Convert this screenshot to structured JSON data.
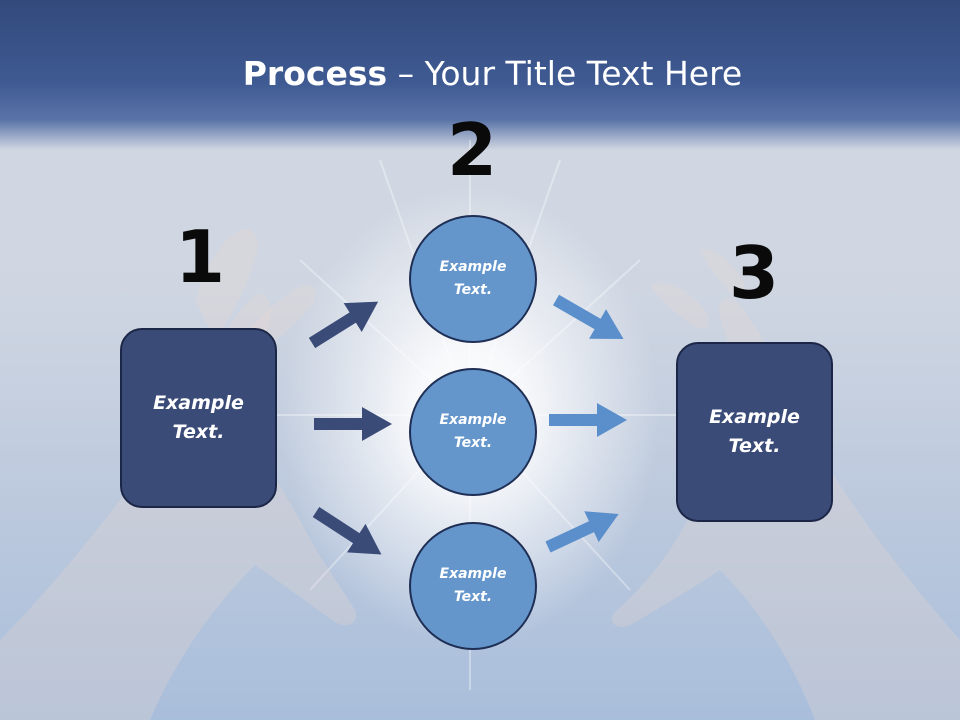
{
  "slide": {
    "title_bold": "Process",
    "title_rest": " – Your Title Text Here"
  },
  "steps": {
    "one": {
      "number": "1",
      "line1": "Example",
      "line2": "Text."
    },
    "two": {
      "number": "2",
      "circles": [
        {
          "line1": "Example",
          "line2": "Text."
        },
        {
          "line1": "Example",
          "line2": "Text."
        },
        {
          "line1": "Example",
          "line2": "Text."
        }
      ]
    },
    "three": {
      "number": "3",
      "line1": "Example",
      "line2": "Text."
    }
  },
  "colors": {
    "header": "#3f5a92",
    "box": "#3b4b78",
    "circle": "#6496cc",
    "arrow_dark": "#3b4b78",
    "arrow_light": "#5b8fcc"
  }
}
